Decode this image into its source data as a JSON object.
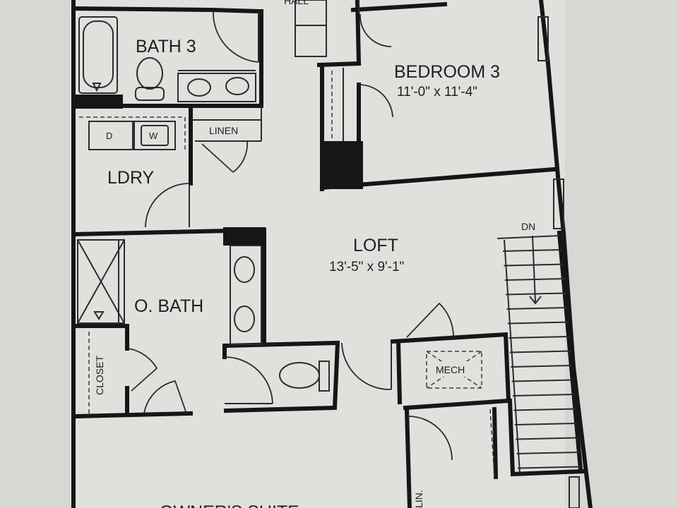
{
  "labels": {
    "hall": "HALL",
    "bath3": "BATH 3",
    "bedroom3_name": "BEDROOM 3",
    "bedroom3_dim": "11'-0\" x 11'-4\"",
    "washer": "W",
    "dryer": "D",
    "linen": "LINEN",
    "laundry": "LDRY",
    "loft_name": "LOFT",
    "loft_dim": "13'-5\" x 9'-1\"",
    "stairs_dir": "DN",
    "owner_bath": "O. BATH",
    "closet": "CLOSET",
    "mech": "MECH",
    "owners_suite": "OWNER'S SUITE",
    "lin_partial": "LIN."
  },
  "colors": {
    "paper": "#d6d8d4",
    "ink": "#141618"
  }
}
